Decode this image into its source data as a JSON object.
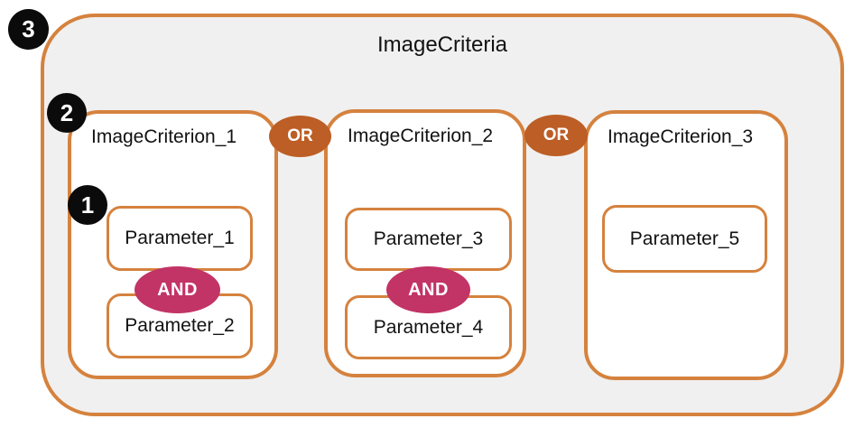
{
  "colors": {
    "box-border": "#D5823E",
    "or-badge": "#BC5E25",
    "and-badge": "#C23366",
    "marker-bg": "#0B0B0B",
    "badge-text": "#FFFFFF",
    "outer-bg": "#F0F0F0",
    "inner-bg": "#FFFFFF",
    "text": "#121212",
    "page-bg": "#FFFFFF"
  },
  "diagram": {
    "title": "ImageCriteria",
    "criteria": [
      {
        "label": "ImageCriterion_1",
        "parameters": [
          "Parameter_1",
          "Parameter_2"
        ],
        "operator": "AND"
      },
      {
        "label": "ImageCriterion_2",
        "parameters": [
          "Parameter_3",
          "Parameter_4"
        ],
        "operator": "AND"
      },
      {
        "label": "ImageCriterion_3",
        "parameters": [
          "Parameter_5"
        ]
      }
    ],
    "criteria_operators": [
      "OR",
      "OR"
    ],
    "step_markers": [
      "3",
      "2",
      "1"
    ]
  }
}
